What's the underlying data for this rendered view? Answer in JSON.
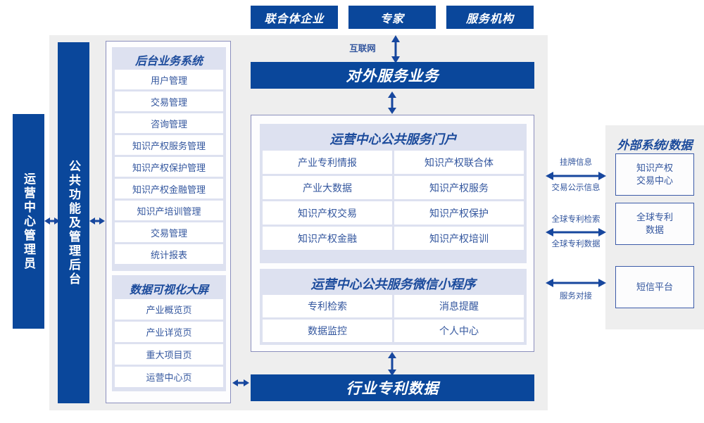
{
  "colors": {
    "brand_blue": "#0a479b",
    "panel_gray": "#eeeeee",
    "group_lavender": "#dde1f0",
    "cell_white": "#ffffff",
    "text_blue": "#33569e",
    "border_purple": "#8b8fbd"
  },
  "top_actors": [
    {
      "label": "联合体企业"
    },
    {
      "label": "专家"
    },
    {
      "label": "服务机构"
    }
  ],
  "internet_label": "互联网",
  "external_service_bar": {
    "label": "对外服务业务"
  },
  "industry_data_bar": {
    "label": "行业专利数据"
  },
  "left_actor": {
    "label": "运营中心管理员"
  },
  "common_backend": {
    "label": "公共功能及管理后台"
  },
  "backend_system": {
    "title": "后台业务系统",
    "items": [
      "用户管理",
      "交易管理",
      "咨询管理",
      "知识产权服务管理",
      "知识产权保护管理",
      "知识产权金融管理",
      "知识产培训管理",
      "交易管理",
      "统计报表"
    ]
  },
  "data_visualization": {
    "title": "数据可视化大屏",
    "items": [
      "产业概览页",
      "产业详览页",
      "重大项目页",
      "运营中心页"
    ]
  },
  "portal": {
    "title": "运营中心公共服务门户",
    "items": [
      "产业专利情报",
      "知识产权联合体",
      "产业大数据",
      "知识产权服务",
      "知识产权交易",
      "知识产权保护",
      "知识产权金融",
      "知识产权培训"
    ]
  },
  "miniprogram": {
    "title": "运营中心公共服务微信小程序",
    "items": [
      "专利检索",
      "消息提醒",
      "数据监控",
      "个人中心"
    ]
  },
  "external": {
    "title": "外部系统/数据",
    "systems": [
      {
        "label": "知识产权\n交易中心",
        "line1": "知识产权",
        "line2": "交易中心"
      },
      {
        "label": "全球专利\n数据",
        "line1": "全球专利",
        "line2": "数据"
      },
      {
        "label": "短信平台",
        "line1": "短信平台",
        "line2": ""
      }
    ],
    "connectors": [
      {
        "above": "挂牌信息",
        "below": "交易公示信息"
      },
      {
        "above": "全球专利检索",
        "below": "全球专利数据"
      },
      {
        "above": "",
        "below": "服务对接"
      }
    ]
  }
}
